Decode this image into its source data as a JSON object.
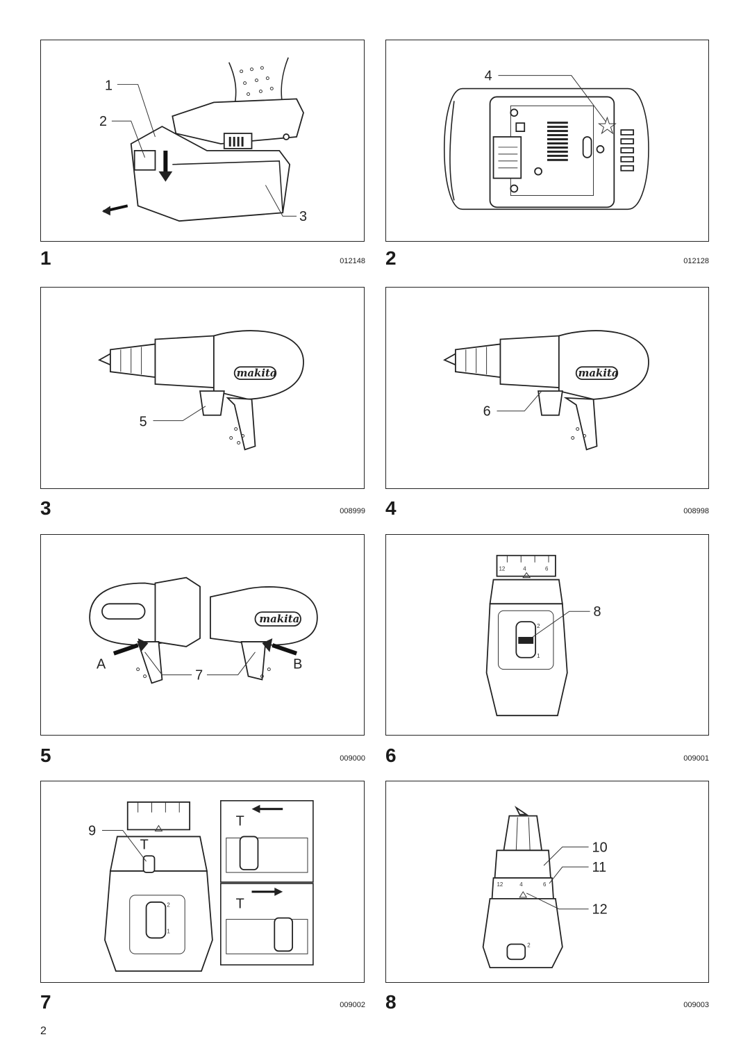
{
  "page_number": "2",
  "figures": [
    {
      "number": "1",
      "code": "012148",
      "callouts": [
        "1",
        "2",
        "3"
      ]
    },
    {
      "number": "2",
      "code": "012128",
      "callouts": [
        "4"
      ]
    },
    {
      "number": "3",
      "code": "008999",
      "callouts": [
        "5"
      ],
      "brand": "makita"
    },
    {
      "number": "4",
      "code": "008998",
      "callouts": [
        "6"
      ],
      "brand": "makita"
    },
    {
      "number": "5",
      "code": "009000",
      "callouts": [
        "A",
        "7",
        "B"
      ],
      "brand": "makita"
    },
    {
      "number": "6",
      "code": "009001",
      "callouts": [
        "8"
      ],
      "scale": [
        "12",
        "4",
        "6"
      ],
      "speed": [
        "2",
        "1"
      ]
    },
    {
      "number": "7",
      "code": "009002",
      "callouts": [
        "9"
      ],
      "speed": [
        "2",
        "1"
      ]
    },
    {
      "number": "8",
      "code": "009003",
      "callouts": [
        "10",
        "11",
        "12"
      ],
      "scale": [
        "12",
        "4",
        "6"
      ],
      "speed": [
        "2"
      ]
    }
  ],
  "icons": {
    "fig1": "battery-insertion-illustration",
    "fig2": "battery-terminal-illustration",
    "fig3": "drill-switch-trigger-illustration",
    "fig4": "drill-lamp-illustration",
    "fig5": "reversing-switch-illustration",
    "fig6": "speed-change-lever-illustration",
    "fig7": "action-mode-illustration",
    "fig8": "adjusting-ring-illustration"
  }
}
